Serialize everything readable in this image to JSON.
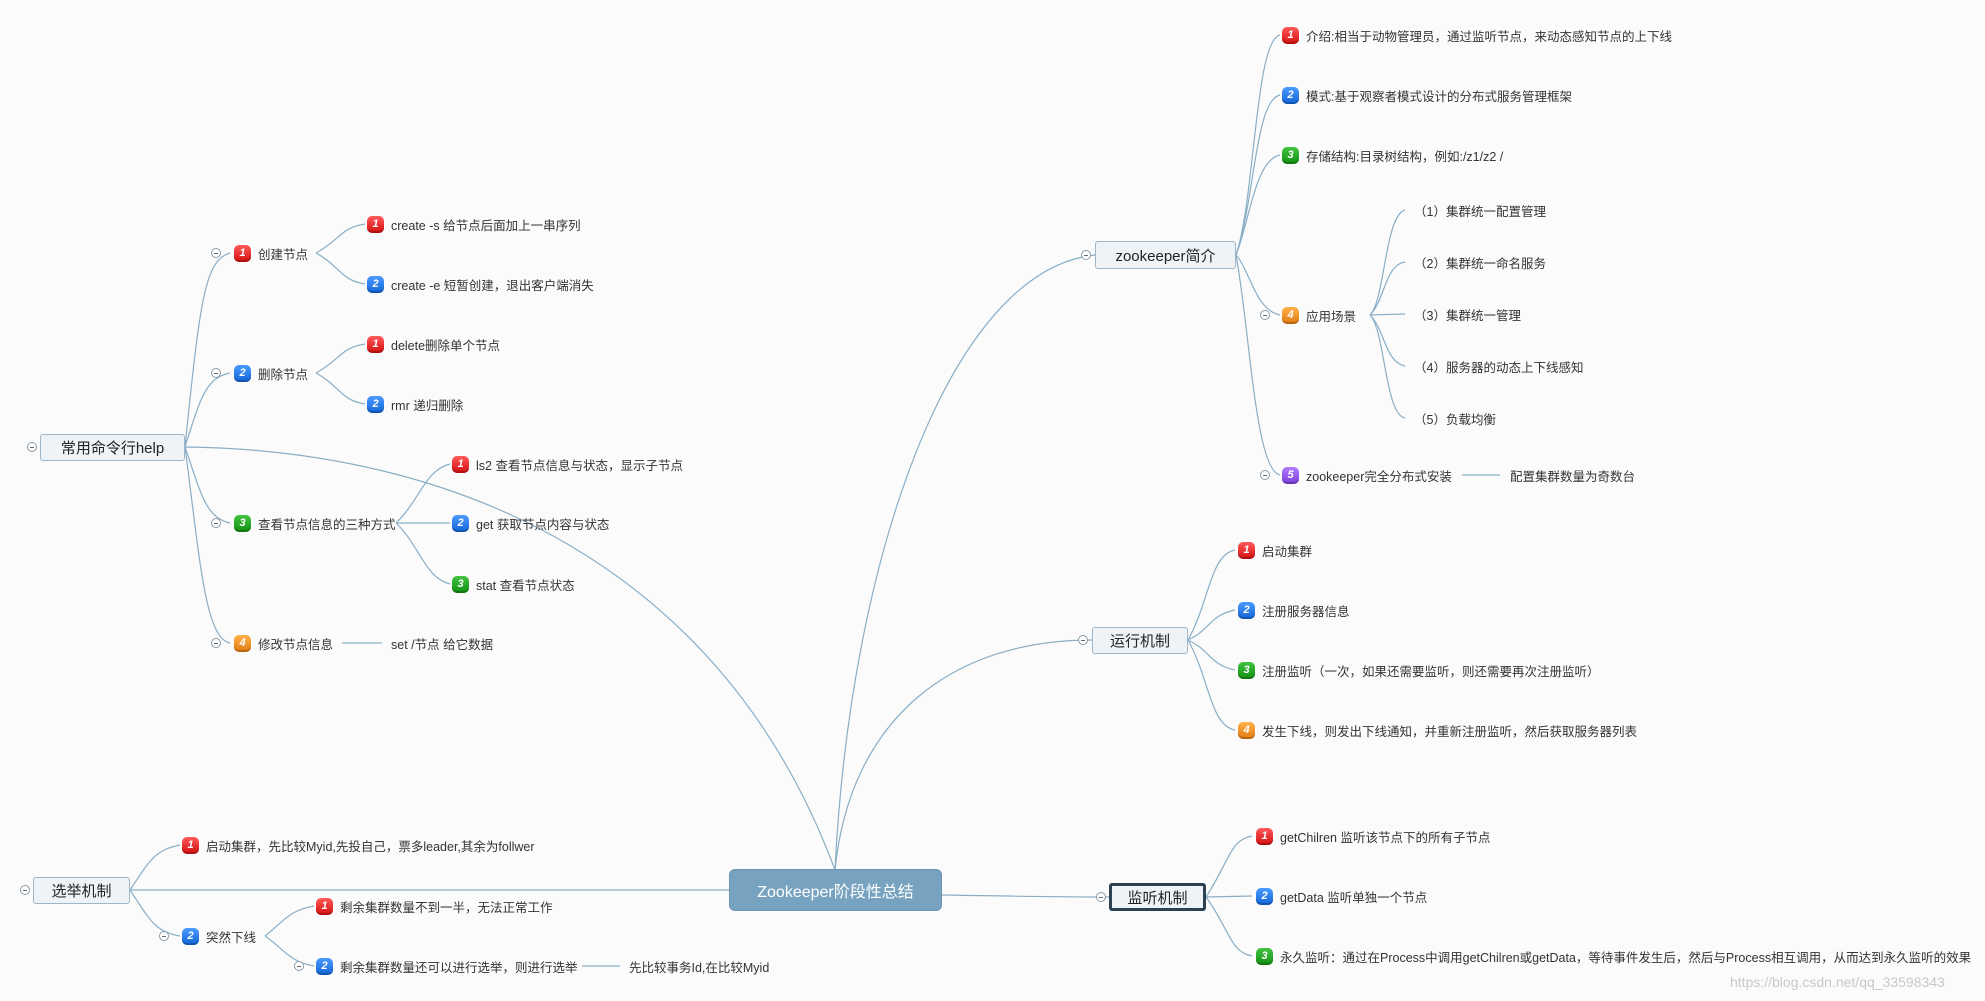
{
  "central": {
    "label": "Zookeeper阶段性总结"
  },
  "branches": {
    "intro": {
      "label": "zookeeper简介",
      "items": [
        {
          "num": "1",
          "text": "介绍:相当于动物管理员，通过监听节点，来动态感知节点的上下线"
        },
        {
          "num": "2",
          "text": "模式:基于观察者模式设计的分布式服务管理框架"
        },
        {
          "num": "3",
          "text": "存储结构:目录树结构，例如:/z1/z2 /"
        },
        {
          "num": "4",
          "text": "应用场景",
          "children": [
            "（1）集群统一配置管理",
            "（2）集群统一命名服务",
            "（3）集群统一管理",
            "（4）服务器的动态上下线感知",
            "（5）负载均衡"
          ]
        },
        {
          "num": "5",
          "text": "zookeeper完全分布式安装",
          "note": "配置集群数量为奇数台"
        }
      ]
    },
    "run": {
      "label": "运行机制",
      "items": [
        {
          "num": "1",
          "text": "启动集群"
        },
        {
          "num": "2",
          "text": "注册服务器信息"
        },
        {
          "num": "3",
          "text": "注册监听（一次，如果还需要监听，则还需要再次注册监听）"
        },
        {
          "num": "4",
          "text": "发生下线，则发出下线通知，并重新注册监听，然后获取服务器列表"
        }
      ]
    },
    "watch": {
      "label": "监听机制",
      "items": [
        {
          "num": "1",
          "text": "getChilren 监听该节点下的所有子节点"
        },
        {
          "num": "2",
          "text": "getData 监听单独一个节点"
        },
        {
          "num": "3",
          "text": "永久监听：通过在Process中调用getChilren或getData，等待事件发生后，然后与Process相互调用，从而达到永久监听的效果"
        }
      ]
    },
    "cmd": {
      "label": "常用命令行help",
      "items": [
        {
          "num": "1",
          "text": "创建节点",
          "children": [
            {
              "num": "1",
              "text": "create -s 给节点后面加上一串序列"
            },
            {
              "num": "2",
              "text": "create -e 短暂创建，退出客户端消失"
            }
          ]
        },
        {
          "num": "2",
          "text": "删除节点",
          "children": [
            {
              "num": "1",
              "text": "delete删除单个节点"
            },
            {
              "num": "2",
              "text": "rmr 递归删除"
            }
          ]
        },
        {
          "num": "3",
          "text": "查看节点信息的三种方式",
          "children": [
            {
              "num": "1",
              "text": "ls2 查看节点信息与状态，显示子节点"
            },
            {
              "num": "2",
              "text": "get 获取节点内容与状态"
            },
            {
              "num": "3",
              "text": "stat 查看节点状态"
            }
          ]
        },
        {
          "num": "4",
          "text": "修改节点信息",
          "note": "set /节点 给它数据"
        }
      ]
    },
    "elect": {
      "label": "选举机制",
      "items": [
        {
          "num": "1",
          "text": "启动集群，先比较Myid,先投自己，票多leader,其余为follwer"
        },
        {
          "num": "2",
          "text": "突然下线",
          "children": [
            {
              "num": "1",
              "text": "剩余集群数量不到一半，无法正常工作"
            },
            {
              "num": "2",
              "text": "剩余集群数量还可以进行选举，则进行选举",
              "note": "先比较事务Id,在比较Myid"
            }
          ]
        }
      ]
    }
  },
  "watermark": "https://blog.csdn.net/qq_33598343",
  "colors": {
    "line": "#8aaec6",
    "central": "#78a3c0",
    "badge1": "#e31b1b",
    "badge2": "#1f78e6",
    "badge3": "#1fa51f",
    "badge4": "#f0901e",
    "badge5": "#8c4ef0"
  }
}
